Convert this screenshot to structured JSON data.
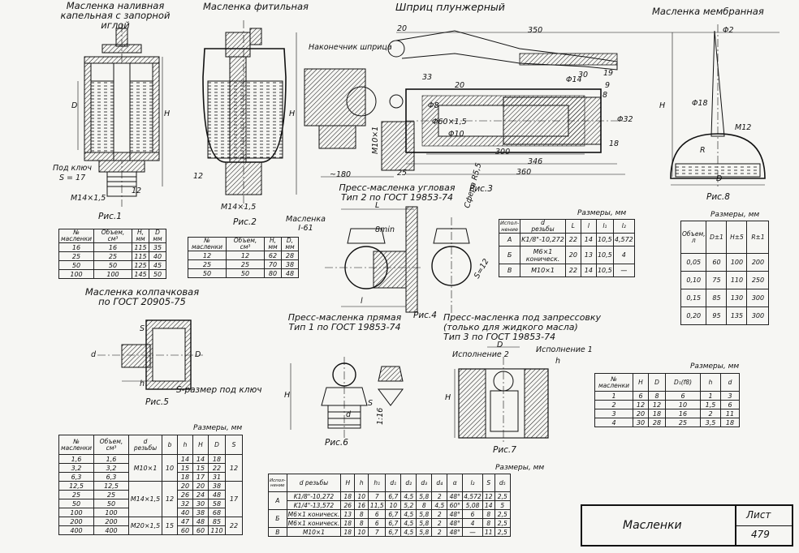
{
  "captions": {
    "oiler_needle": "Масленка наливная\nкапельная с запорной иглой",
    "oiler_wick": "Масленка фитильная",
    "syringe": "Шприц плунжерный",
    "oiler_membrane": "Масленка мембранная",
    "press_angle": "Пресс-масленка угловая\nТип 2 по ГОСТ 19853-74",
    "oiler_cap": "Масленка колпачковая\nпо ГОСТ 20905-75",
    "press_straight": "Пресс-масленка прямая\nТип 1 по ГОСТ 19853-74",
    "press_fit": "Пресс-масленка под запрессовку\n(только для жидкого масла)\nТип 3 по ГОСТ 19853-74"
  },
  "figures": [
    "Рис.1",
    "Рис.2",
    "Рис.3",
    "Рис.4",
    "Рис.5",
    "Рис.6",
    "Рис.7",
    "Рис.8"
  ],
  "labels": {
    "key": "Под ключ",
    "s17": "S = 17",
    "m14_1": "M14×1,5",
    "m14_2": "M14×1,5",
    "tip": "Наконечник шприца",
    "masl": "Масленка\nI-61",
    "s_key": "S-размер под ключ",
    "ispoln2": "Исполнение 2",
    "ispoln1": "Исполнение 1",
    "sfera": "Сфера R5,5",
    "m12": "M12",
    "m10": "M10×1",
    "dim350": "350",
    "dim20a": "20",
    "dim33": "33",
    "dim20b": "20",
    "dim30": "30",
    "dim19": "19",
    "dim9": "9",
    "dim8": "8",
    "dim300": "300",
    "dim346": "346",
    "dim360": "360",
    "dim180": "~180",
    "dim25": "25",
    "dim18": "18",
    "dim12": "12",
    "dim12b": "12",
    "phi2": "Φ2",
    "phi18": "Φ18",
    "phi14": "Φ14",
    "phi32": "Φ32",
    "phi60": "Φ60×1,5",
    "phi10": "Φ10",
    "phi8": "Φ8",
    "H": "H",
    "D": "D",
    "L": "L",
    "l": "l",
    "R": "R",
    "d": "d",
    "h": "h",
    "S": "S",
    "8min": "8min",
    "S12": "S=12",
    "taper": "1:16"
  },
  "units": "Размеры, мм",
  "table1": {
    "head": [
      "№\nмасленки",
      "Объем,\nсм³",
      "H,\nмм",
      "D\nмм"
    ],
    "rows": [
      [
        "16",
        "16",
        "115",
        "35"
      ],
      [
        "25",
        "25",
        "115",
        "40"
      ],
      [
        "50",
        "50",
        "125",
        "45"
      ],
      [
        "100",
        "100",
        "145",
        "50"
      ]
    ]
  },
  "table2": {
    "head": [
      "№\nмасленки",
      "Объем,\nсм³",
      "H,\nмм",
      "D,\nмм"
    ],
    "rows": [
      [
        "12",
        "12",
        "62",
        "28"
      ],
      [
        "25",
        "25",
        "70",
        "38"
      ],
      [
        "50",
        "50",
        "80",
        "48"
      ]
    ]
  },
  "table3": {
    "head": [
      "Испол-\nнение",
      "d\nрезьбы",
      "L",
      "l",
      "l₁",
      "l₂"
    ],
    "rows": [
      [
        "А",
        "K1/8\"-10,272",
        "22",
        "14",
        "10,5",
        "4,572"
      ],
      [
        "Б",
        "M6×1\nконическ.",
        "20",
        "13",
        "10,5",
        "4"
      ],
      [
        "В",
        "M10×1",
        "22",
        "14",
        "10,5",
        "—"
      ]
    ]
  },
  "table4": {
    "head": [
      "Объем,\nл",
      "D±1",
      "H±5",
      "R±1"
    ],
    "rows": [
      [
        "0,05",
        "60",
        "100",
        "200"
      ],
      [
        "0,10",
        "75",
        "110",
        "250"
      ],
      [
        "0,15",
        "85",
        "130",
        "300"
      ],
      [
        "0,20",
        "95",
        "135",
        "300"
      ]
    ]
  },
  "table5": {
    "head": [
      "№\nмасленки",
      "Объем,\nсм³",
      "d\nрезьбы",
      "b",
      "h",
      "H",
      "D",
      "S"
    ],
    "rows": [
      [
        "1,6",
        "1,6",
        "",
        "",
        "14",
        "14",
        "18",
        ""
      ],
      [
        "3,2",
        "3,2",
        "M10×1",
        "10",
        "15",
        "15",
        "22",
        "12"
      ],
      [
        "6,3",
        "6,3",
        "",
        "",
        "18",
        "17",
        "31",
        ""
      ],
      [
        "12,5",
        "12,5",
        "",
        "",
        "20",
        "20",
        "38",
        ""
      ],
      [
        "25",
        "25",
        "M14×1,5",
        "12",
        "26",
        "24",
        "48",
        "17"
      ],
      [
        "50",
        "50",
        "",
        "",
        "32",
        "30",
        "58",
        ""
      ],
      [
        "100",
        "100",
        "",
        "",
        "40",
        "38",
        "68",
        ""
      ],
      [
        "200",
        "200",
        "M20×1,5",
        "15",
        "47",
        "48",
        "85",
        "22"
      ],
      [
        "400",
        "400",
        "",
        "",
        "60",
        "60",
        "110",
        ""
      ]
    ]
  },
  "table6": {
    "head": [
      "Испол-\nнение",
      "d резьбы",
      "H",
      "h",
      "h₁",
      "d₁",
      "d₂",
      "d₃",
      "d₄",
      "α",
      "l₂",
      "S",
      "d₅"
    ],
    "rows": [
      [
        "А",
        "K1/8\"-10,272",
        "18",
        "10",
        "7",
        "6,7",
        "4,5",
        "5,8",
        "2",
        "48°",
        "4,572",
        "12",
        "2,5"
      ],
      [
        "",
        "K1/4\"-13,572",
        "26",
        "16",
        "11,5",
        "10",
        "5,2",
        "8",
        "4,5",
        "60°",
        "5,08",
        "14",
        "5"
      ],
      [
        "Б",
        "M6×1 коническ.",
        "13",
        "8",
        "6",
        "6,7",
        "4,5",
        "5,8",
        "2",
        "48°",
        "6",
        "8",
        "2,5"
      ],
      [
        "",
        "M6×1 коническ.",
        "18",
        "8",
        "6",
        "6,7",
        "4,5",
        "5,8",
        "2",
        "48°",
        "4",
        "8",
        "2,5"
      ],
      [
        "В",
        "M10×1",
        "18",
        "10",
        "7",
        "6,7",
        "4,5",
        "5,8",
        "2",
        "48°",
        "—",
        "11",
        "2,5"
      ]
    ]
  },
  "table7": {
    "head": [
      "№\nмасленки",
      "H",
      "D",
      "D₁(f8)",
      "h",
      "d"
    ],
    "rows": [
      [
        "1",
        "6",
        "8",
        "6",
        "1",
        "3"
      ],
      [
        "2",
        "12",
        "12",
        "10",
        "1,5",
        "6"
      ],
      [
        "3",
        "20",
        "18",
        "16",
        "2",
        "11"
      ],
      [
        "4",
        "30",
        "28",
        "25",
        "3,5",
        "18"
      ]
    ]
  },
  "title": {
    "name": "Масленки",
    "sheet_label": "Лист",
    "sheet_no": "479"
  }
}
